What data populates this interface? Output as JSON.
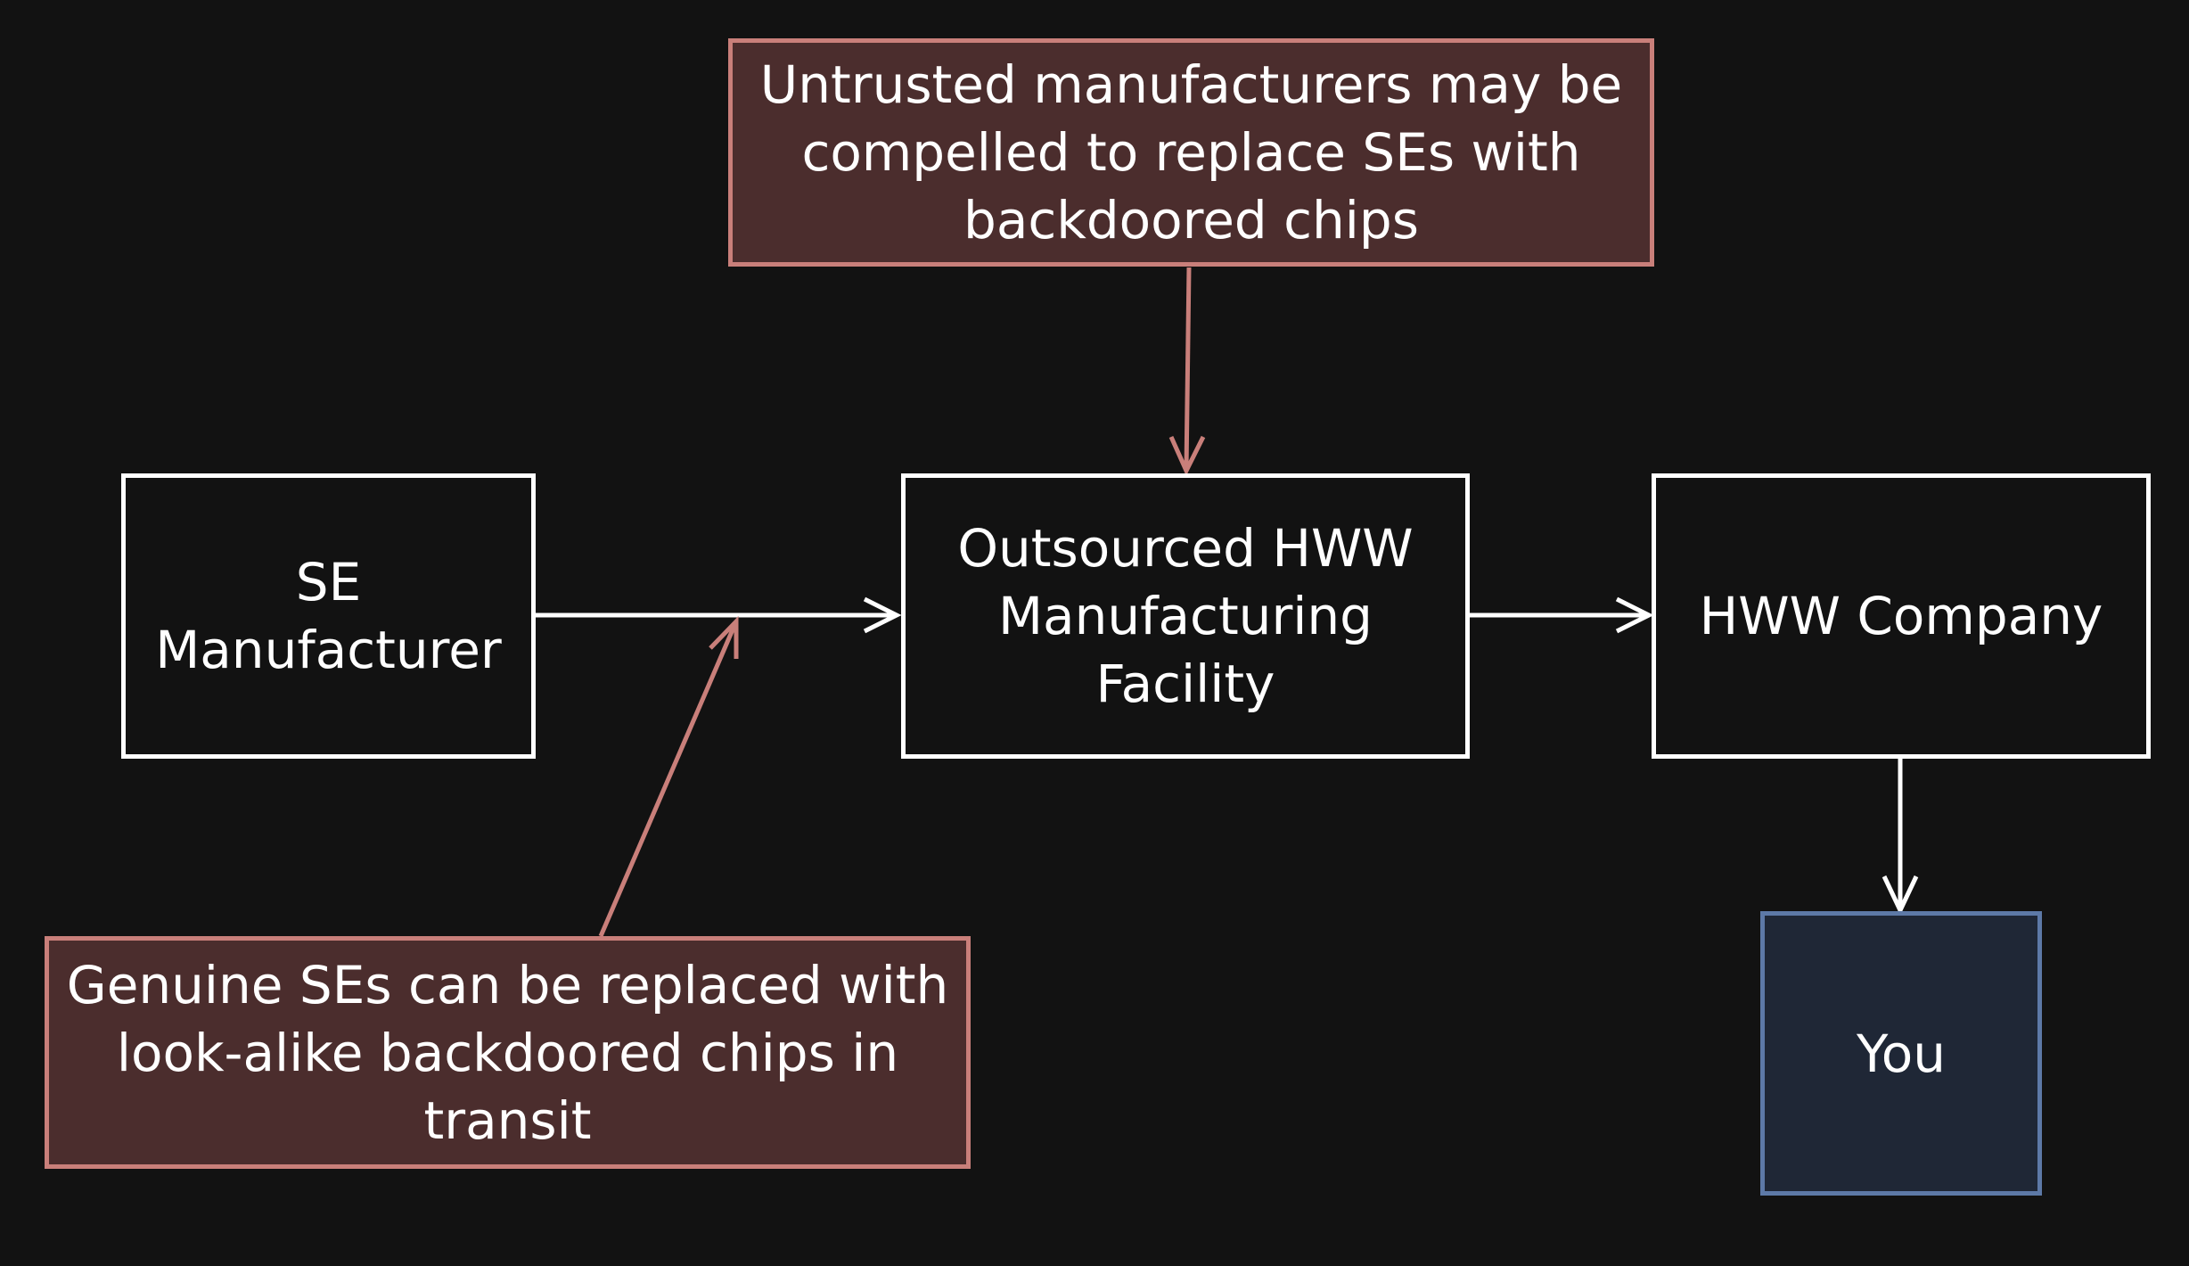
{
  "diagram": {
    "background": "#121212",
    "colors": {
      "normal_border": "#ffffff",
      "threat_border": "#c97f7a",
      "threat_fill": "#4b2d2d",
      "user_border": "#5d79a7",
      "user_fill": "#1f2736"
    },
    "nodes": {
      "threat_top": "Untrusted manufacturers may be\ncompelled to replace SEs with\nbackdoored chips",
      "se_manufacturer": "SE\nManufacturer",
      "outsourced_facility": "Outsourced HWW\nManufacturing\nFacility",
      "hww_company": "HWW Company",
      "threat_bottom": "Genuine SEs can be replaced with\nlook-alike backdoored chips in\ntransit",
      "you": "You"
    }
  }
}
